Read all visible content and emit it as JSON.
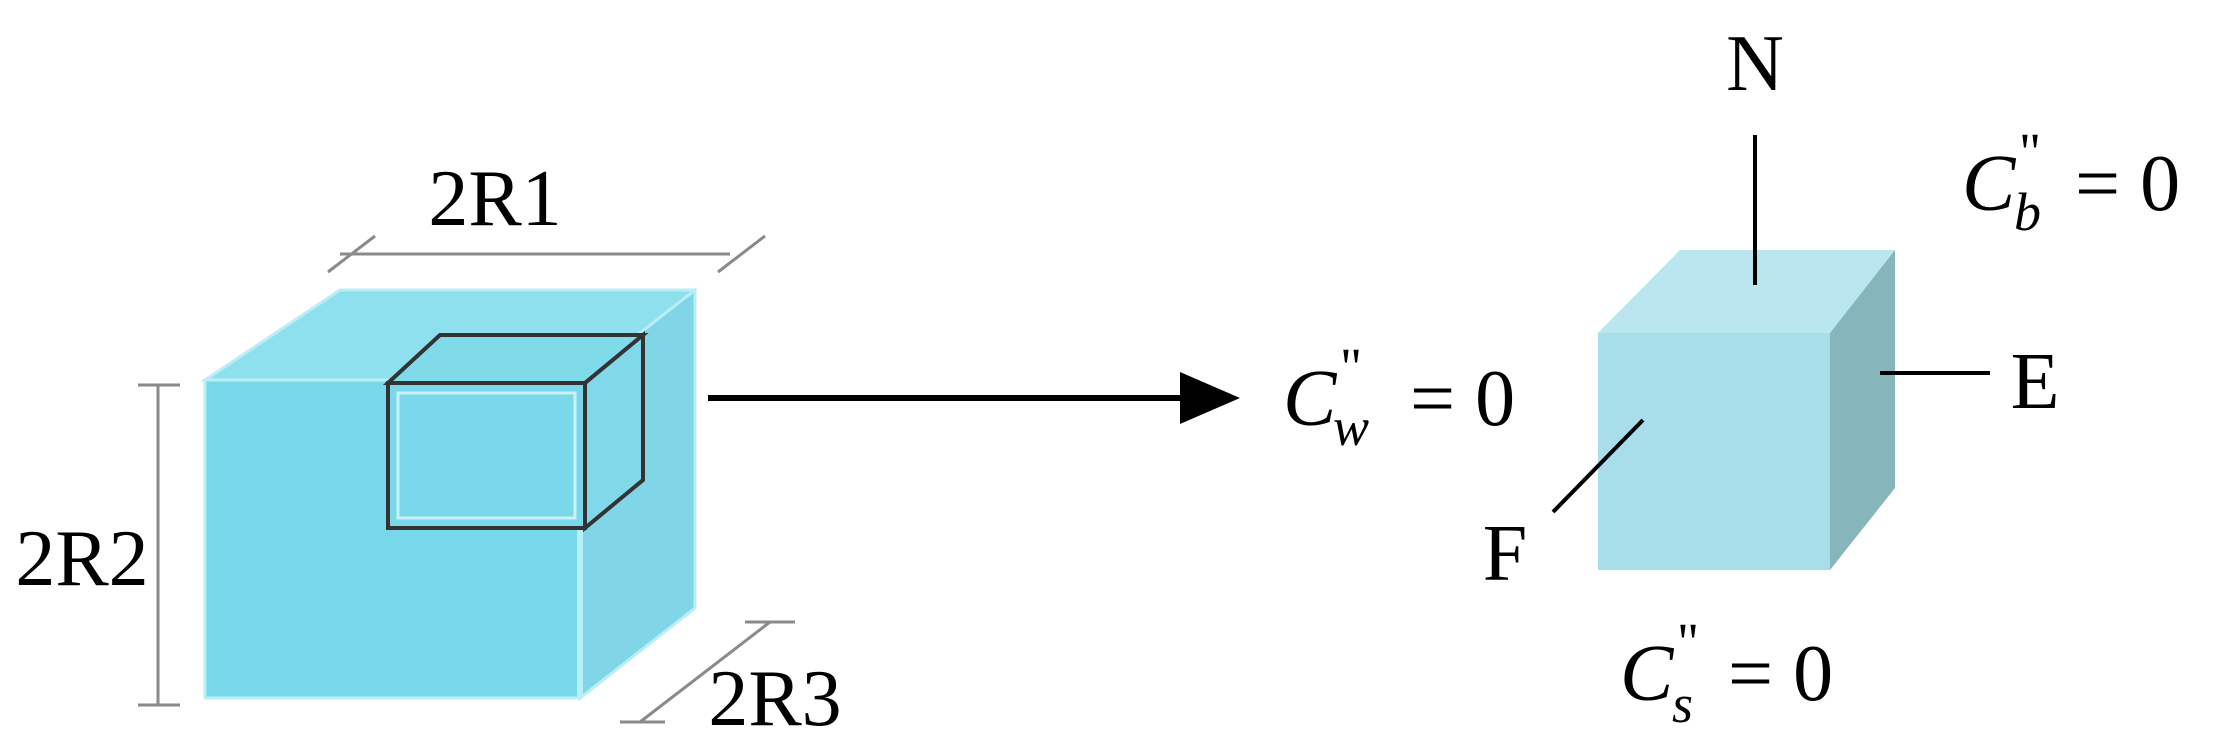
{
  "left_block": {
    "dim_width": "2R1",
    "dim_height": "2R2",
    "dim_depth": "2R3",
    "color_face": "#78D8EA",
    "color_top": "#8EE0EE",
    "color_side": "#80D6E6"
  },
  "right_block": {
    "label_north": "N",
    "label_east": "E",
    "label_front": "F",
    "color_front": "#A8DEEA",
    "color_top": "#B9E6EF",
    "color_side": "#86B5BB"
  },
  "conditions": {
    "w": {
      "symbol": "C",
      "prime": "\"",
      "subscript": "w",
      "equals": "= 0"
    },
    "b": {
      "symbol": "C",
      "prime": "\"",
      "subscript": "b",
      "equals": "= 0"
    },
    "s": {
      "symbol": "C",
      "prime": "\"",
      "subscript": "s",
      "equals": "= 0"
    }
  }
}
